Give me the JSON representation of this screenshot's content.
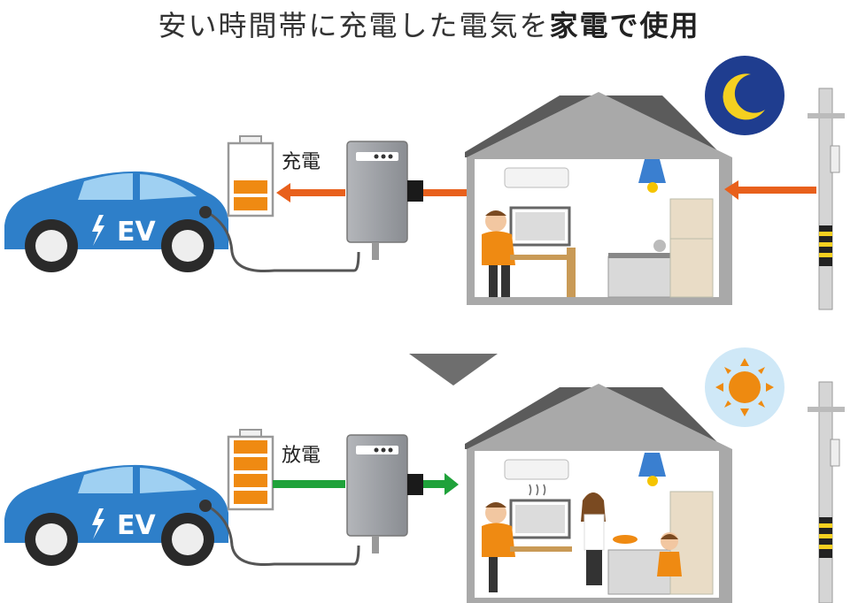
{
  "title": {
    "normal": "安い時間帯に充電した電気を",
    "emphasis": "家電で使用"
  },
  "panels": [
    {
      "time": "night",
      "label": "充電",
      "car_badge": "EV",
      "battery_level": 2,
      "battery_capacity": 4,
      "flow": "charge",
      "arrow_color": "#e8601c"
    },
    {
      "time": "day",
      "label": "放電",
      "car_badge": "EV",
      "battery_level": 4,
      "battery_capacity": 4,
      "flow": "discharge",
      "arrow_color": "#1fa23a"
    }
  ],
  "colors": {
    "car": "#2e7fc9",
    "battery_fill": "#ef8a12",
    "house_roof": "#5b5b5b",
    "house_wall": "#a9a9a9",
    "moon_bg": "#1f3d8f",
    "moon": "#f5d020",
    "sun_bg": "#cfe8f7",
    "sun": "#ee8a10"
  }
}
